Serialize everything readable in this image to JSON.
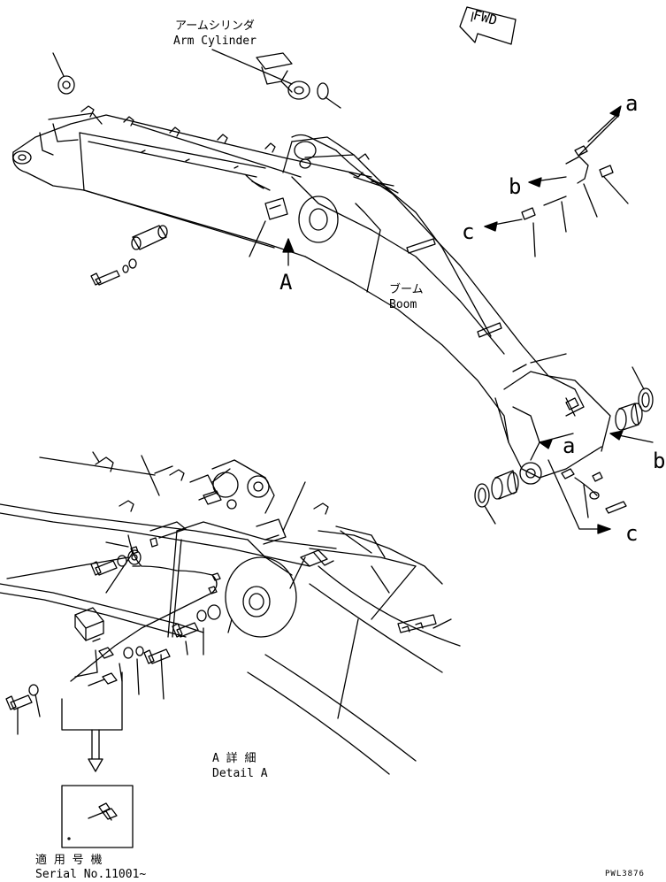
{
  "fwd_label": "FWD",
  "arm_cylinder": {
    "ja": "アームシリンダ",
    "en": "Arm Cylinder"
  },
  "boom": {
    "ja": "ブーム",
    "en": "Boom"
  },
  "detail_marker": "A",
  "detail": {
    "ja": "A 詳 細",
    "en": "Detail A"
  },
  "serial": {
    "ja": "適 用 号 機",
    "en": "Serial No.11001~"
  },
  "refs": {
    "a": "a",
    "b": "b",
    "c": "c"
  },
  "drawing_code": "PWL3876"
}
